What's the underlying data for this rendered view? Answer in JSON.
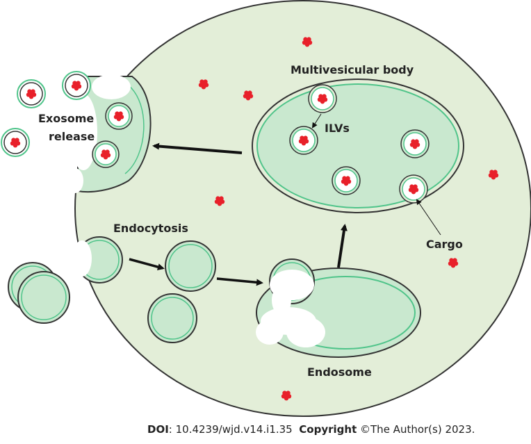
{
  "labels": {
    "multivesicular_body": "Multivesicular body",
    "ilvs": "ILVs",
    "exosome_release_1": "Exosome",
    "exosome_release_2": "release",
    "endocytosis": "Endocytosis",
    "cargo": "Cargo",
    "endosome": "Endosome"
  },
  "footer": {
    "doi_label": "DOI",
    "doi_value": ": 10.4239/wjd.v14.i1.35",
    "copyright_label": "Copyright",
    "copyright_value": " ©The Author(s) 2023."
  },
  "colors": {
    "cell_fill": "#e3eed8",
    "vesicle_fill": "#c9e8cf",
    "membrane_green": "#4fc48a",
    "outline": "#333333",
    "cargo_red": "#e8202a",
    "arrow": "#111111"
  }
}
